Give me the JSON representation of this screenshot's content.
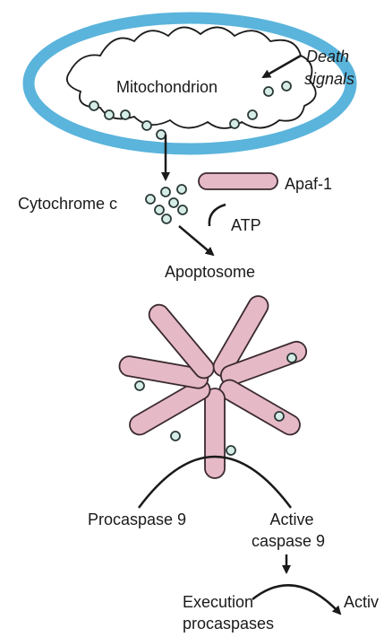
{
  "labels": {
    "mitochondrion": "Mitochondrion",
    "death_signals_1": "Death",
    "death_signals_2": "signals",
    "cytochrome_c": "Cytochrome c",
    "apaf1": "Apaf-1",
    "atp": "ATP",
    "apoptosome": "Apoptosome",
    "procaspase9": "Procaspase 9",
    "active_caspase9_1": "Active",
    "active_caspase9_2": "caspase 9",
    "execution_1": "Execution",
    "execution_2": "procaspases",
    "active_cut": "Activ"
  },
  "colors": {
    "mito_fill": "#ffffff",
    "mito_outline": "#5ab4dc",
    "crista_line": "#1a1a1a",
    "cyt_fill": "#d6ece6",
    "cyt_stroke": "#2a3a38",
    "apaf_fill": "#e6b9c6",
    "apaf_stroke": "#3a2a30",
    "line": "#1a1a1a",
    "text": "#1a1a1a"
  }
}
